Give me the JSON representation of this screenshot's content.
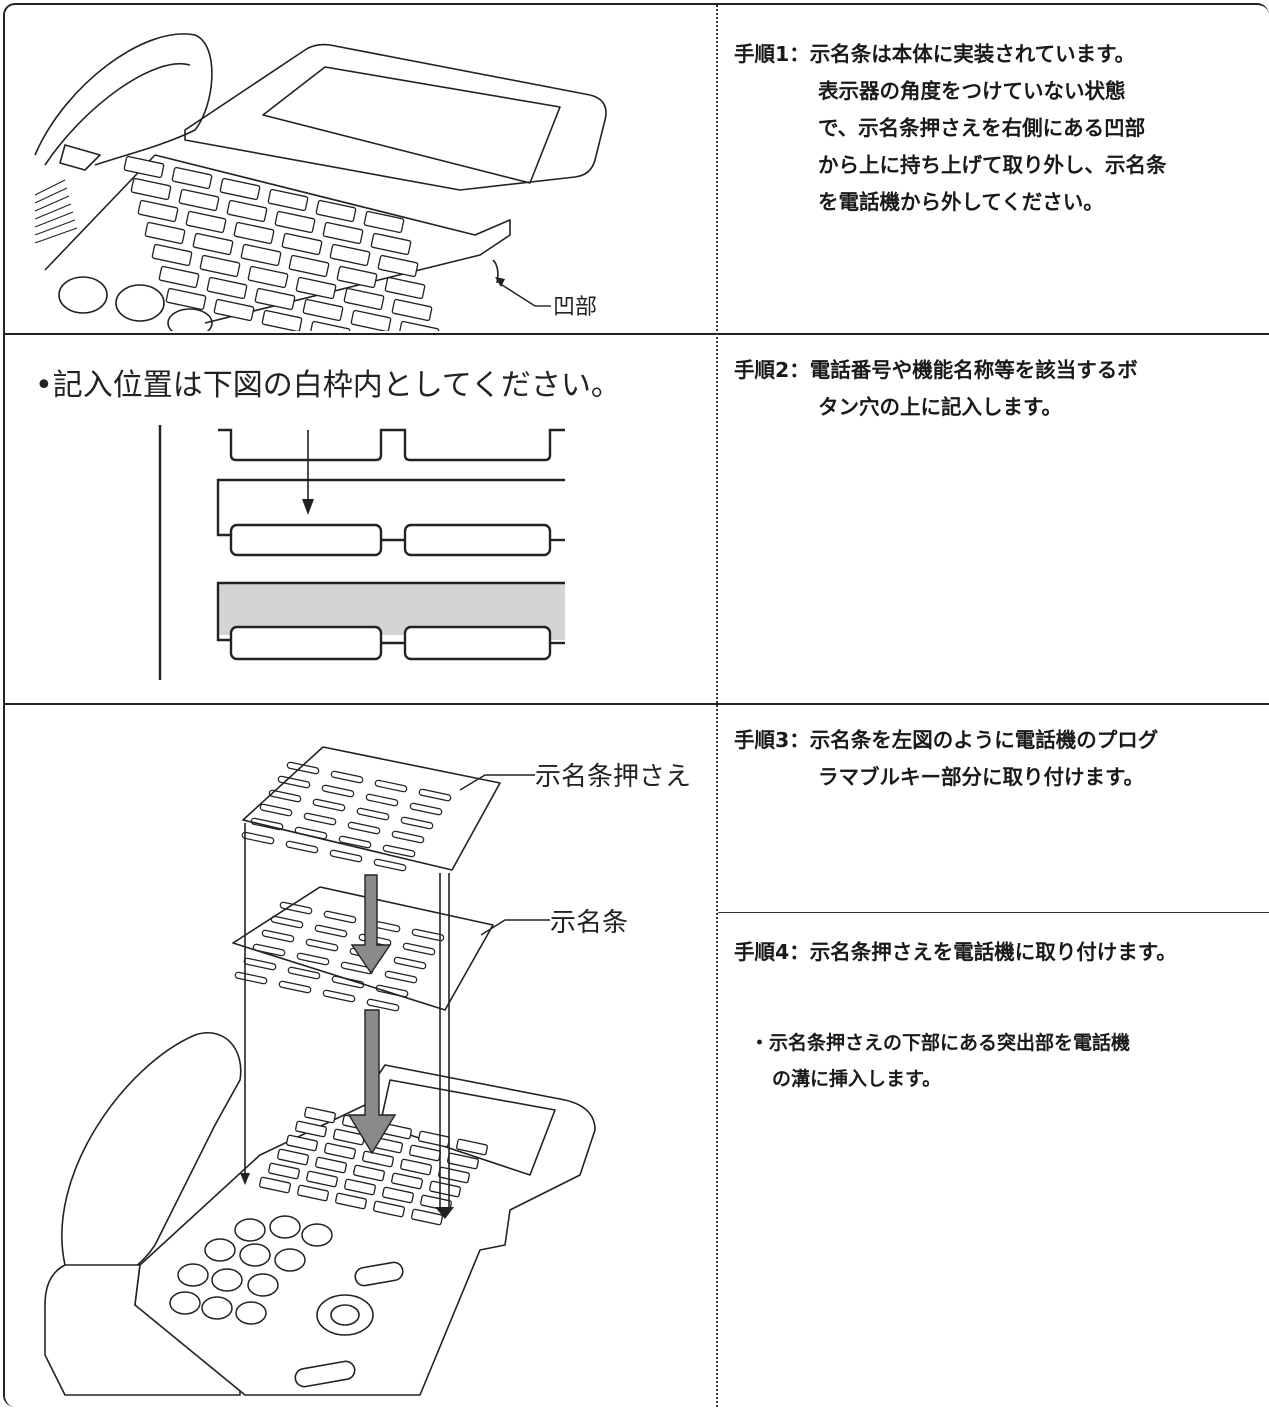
{
  "steps": [
    {
      "lines": [
        "手順1：示名条は本体に実装されています。",
        "表示器の角度をつけていない状態",
        "で、示名条押さえを右側にある凹部",
        "から上に持ち上げて取り外し、示名条",
        "を電話機から外してください。"
      ]
    },
    {
      "lines": [
        "手順2：電話番号や機能名称等を該当するボ",
        "タン穴の上に記入します。"
      ]
    },
    {
      "lines": [
        "手順3：示名条を左図のように電話機のプログ",
        "ラマブルキー部分に取り付けます。"
      ]
    },
    {
      "lines": [
        "手順4：示名条押さえを電話機に取り付けます。"
      ]
    }
  ],
  "step4_note": {
    "lines": [
      "・示名条押さえの下部にある突出部を電話機",
      "の溝に挿入します。"
    ]
  },
  "figures": {
    "fig1": {
      "callout": "凹部"
    },
    "fig2": {
      "caption": "•記入位置は下図の白枠内としてください。"
    },
    "fig3": {
      "callout_cover": "示名条押さえ",
      "callout_strip": "示名条"
    }
  },
  "colors": {
    "line": "#222222",
    "gray_band": "#d4d4d4",
    "arrow": "#8a8a8a"
  }
}
